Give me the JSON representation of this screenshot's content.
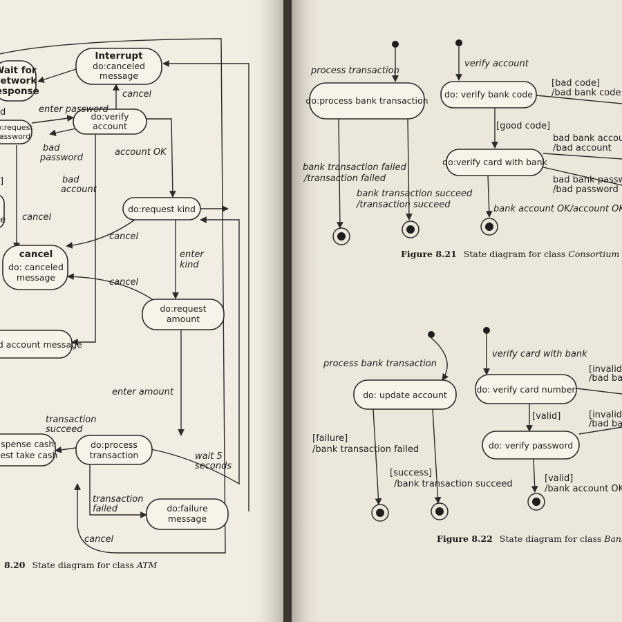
{
  "left_page": {
    "caption": {
      "number": "8.20",
      "text": "State diagram for class ",
      "class_name": "ATM"
    },
    "states": {
      "wait_network": [
        "Wait for",
        "network",
        "response"
      ],
      "interrupt": [
        "Interrupt",
        "do:canceled",
        "message"
      ],
      "verify_account": [
        "do:verify",
        "account"
      ],
      "request_password": [
        "do:request",
        "password"
      ],
      "request_kind": "do:request kind",
      "cancel_state": [
        "cancel",
        "do: canceled",
        "message"
      ],
      "request_amount": [
        "do:request",
        "amount"
      ],
      "bad_account_message": "bad account message",
      "dispense_cash": [
        ":dispense cash;",
        "quest take cash"
      ],
      "process_transaction": [
        "do:process",
        "transaction"
      ],
      "failure_message": [
        "do:failure",
        "message"
      ]
    },
    "labels": {
      "cancel_1": "cancel",
      "enter_password": "enter password",
      "bad_password": [
        "bad",
        "password"
      ],
      "account_ok": "account OK",
      "bad_account": [
        "bad",
        "account"
      ],
      "cancel_2": "cancel",
      "cancel_3": "cancel",
      "enter_kind": [
        "enter",
        "kind"
      ],
      "cancel_4": "cancel",
      "enter_amount": "enter amount",
      "transaction_succeed": [
        "transaction",
        "succeed"
      ],
      "wait_5_seconds": [
        "wait 5",
        "seconds"
      ],
      "transaction_failed": [
        "transaction",
        "failed"
      ],
      "cancel_5": "cancel"
    },
    "edge_text": {
      "bracket": "]",
      "d": "d",
      "e": "e"
    }
  },
  "figure_821": {
    "caption": {
      "number": "Figure 8.21",
      "text": "State diagram for class ",
      "class_name": "Consortium"
    },
    "states": {
      "process_bank_transaction": "do:process bank transaction",
      "verify_bank_code": "do: verify bank code",
      "verify_card_with_bank": "do:verify card with bank"
    },
    "labels": {
      "process_transaction": "process transaction",
      "verify_account": "verify account",
      "bad_code": [
        "[bad code]",
        "/bad bank code"
      ],
      "good_code": "[good code]",
      "bad_bank_account": [
        "bad bank account",
        "/bad account"
      ],
      "bad_bank_password": [
        "bad bank password",
        "/bad password"
      ],
      "bank_transaction_failed": [
        "bank transaction failed",
        "/transaction failed"
      ],
      "bank_transaction_succeed": [
        "bank transaction succeed",
        "/transaction succeed"
      ],
      "bank_account_ok": "bank account OK/account OK"
    }
  },
  "figure_822": {
    "caption": {
      "number": "Figure 8.22",
      "text": "State diagram for class ",
      "class_name": "Bank"
    },
    "states": {
      "update_account": "do: update account",
      "verify_card_number": "do: verify card number",
      "verify_password": "do: verify password"
    },
    "labels": {
      "process_bank_transaction": "process bank transaction",
      "verify_card_with_bank": "verify card with bank",
      "invalid_1": [
        "[invalid]",
        "/bad bank"
      ],
      "valid_1": "[valid]",
      "invalid_2": [
        "[invalid]",
        "/bad bank"
      ],
      "failure": [
        "[failure]",
        "/bank transaction failed"
      ],
      "success": [
        "[success]",
        "/bank transaction succeed"
      ],
      "valid_2": [
        "[valid]",
        "/bank account OK"
      ]
    }
  },
  "colors": {
    "page_left": "#f1ede3",
    "page_right": "#ece7db",
    "ink": "#2a2a2a",
    "gutter": "#3b362f"
  }
}
